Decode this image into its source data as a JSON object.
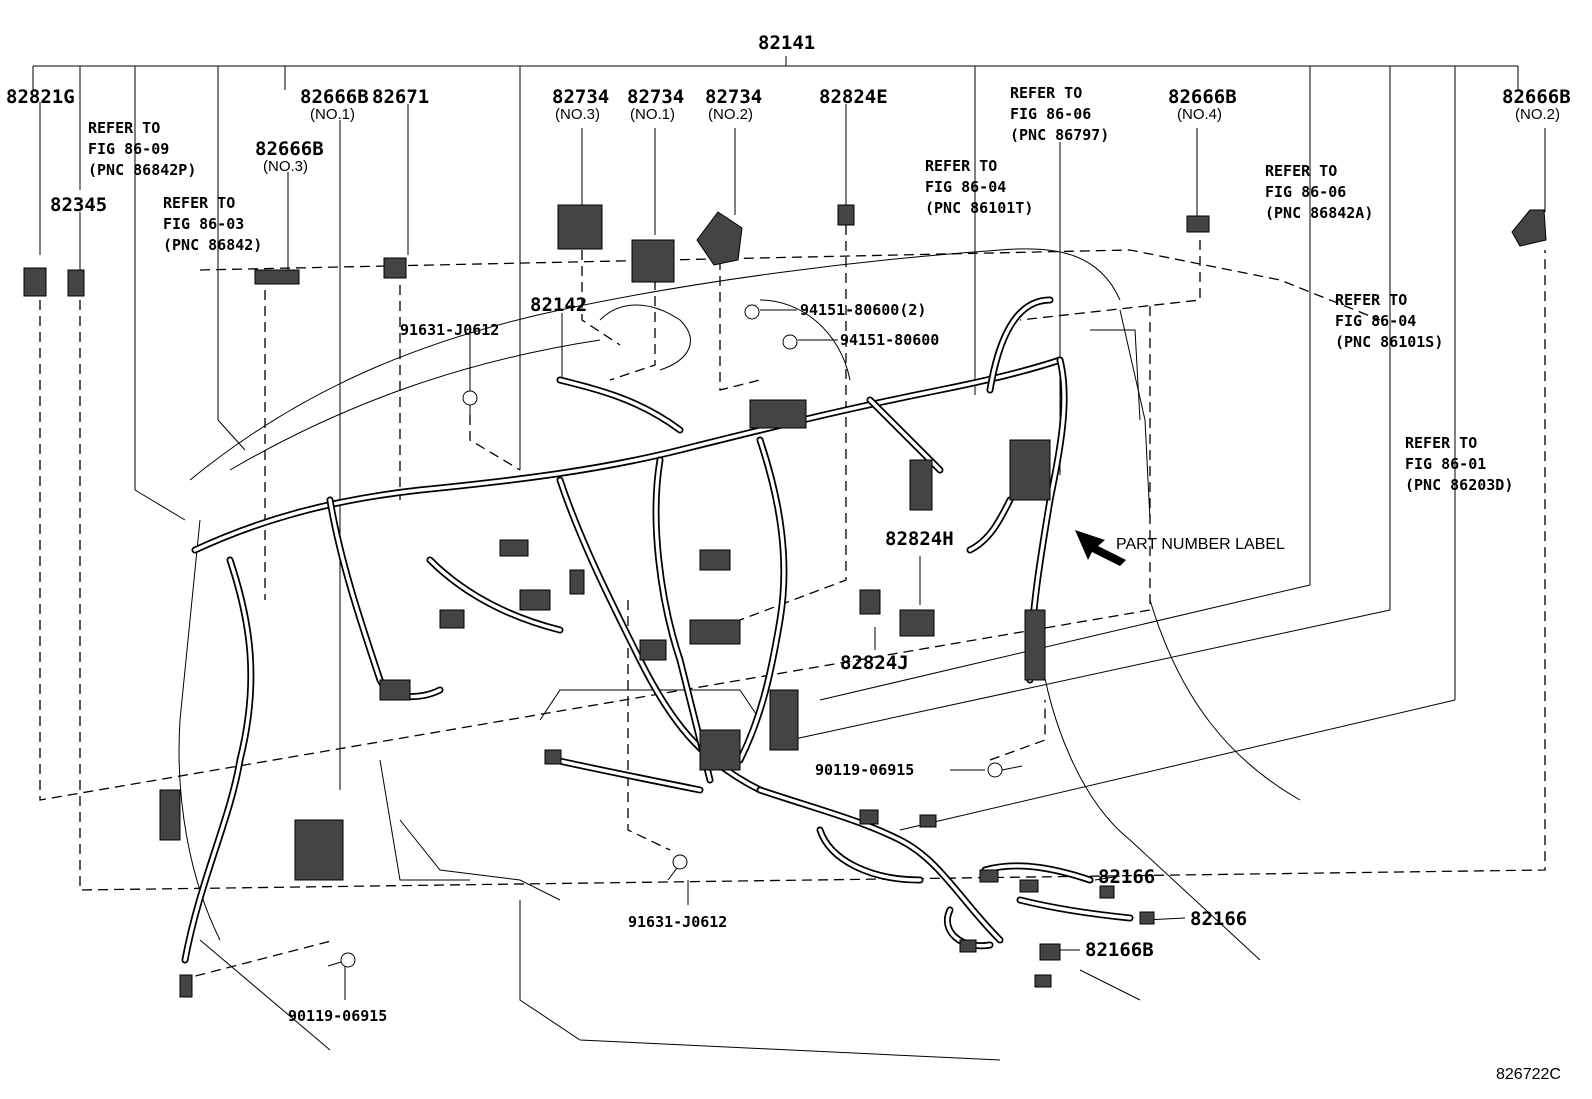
{
  "title_part": "82141",
  "labels": {
    "p82821G": "82821G",
    "p82345": "82345",
    "p82666B_no1": "82666B",
    "p82666B_no1_sub": "(NO.1)",
    "p82671": "82671",
    "p82666B_no3": "82666B",
    "p82666B_no3_sub": "(NO.3)",
    "p82734_no3": "82734",
    "p82734_no3_sub": "(NO.3)",
    "p82734_no1": "82734",
    "p82734_no1_sub": "(NO.1)",
    "p82734_no2": "82734",
    "p82734_no2_sub": "(NO.2)",
    "p82824E": "82824E",
    "p82666B_no4": "82666B",
    "p82666B_no4_sub": "(NO.4)",
    "p82666B_no2": "82666B",
    "p82666B_no2_sub": "(NO.2)",
    "p82142": "82142",
    "p82824H": "82824H",
    "p82824J": "82824J",
    "p82166_a": "82166",
    "p82166_b": "82166",
    "p82166B": "82166B",
    "bolt_91631_top": "91631-J0612",
    "bolt_91631_bottom": "91631-J0612",
    "clip_94151_2": "94151-80600(2)",
    "clip_94151": "94151-80600",
    "screw_90119_mid": "90119-06915",
    "screw_90119_bottom": "90119-06915",
    "part_number_label": "PART NUMBER LABEL",
    "diagram_code": "826722C"
  },
  "refer_notes": [
    {
      "line1": "REFER TO",
      "line2": "FIG 86-09",
      "line3": "(PNC 86842P)"
    },
    {
      "line1": "REFER TO",
      "line2": "FIG 86-03",
      "line3": "(PNC 86842)"
    },
    {
      "line1": "REFER TO",
      "line2": "FIG 86-06",
      "line3": "(PNC 86797)"
    },
    {
      "line1": "REFER TO",
      "line2": "FIG 86-04",
      "line3": "(PNC 86101T)"
    },
    {
      "line1": "REFER TO",
      "line2": "FIG 86-06",
      "line3": "(PNC 86842A)"
    },
    {
      "line1": "REFER TO",
      "line2": "FIG 86-04",
      "line3": "(PNC 86101S)"
    },
    {
      "line1": "REFER TO",
      "line2": "FIG 86-01",
      "line3": "(PNC 86203D)"
    }
  ]
}
